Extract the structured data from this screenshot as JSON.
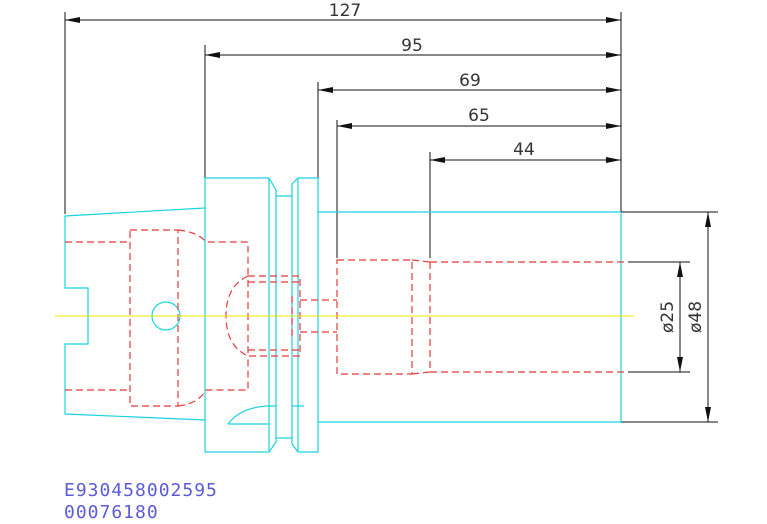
{
  "dimensions": {
    "d127": "127",
    "d95": "95",
    "d69": "69",
    "d65": "65",
    "d44": "44",
    "dia25": "ø25",
    "dia48": "ø48"
  },
  "codes": {
    "line1": "E930458002595",
    "line2": "00076180"
  },
  "colors": {
    "outline": "#1ad3e0",
    "hidden": "#e83a3a",
    "centerline": "#e8e800",
    "dimension": "#111111",
    "code_text": "#5b5bd6"
  }
}
